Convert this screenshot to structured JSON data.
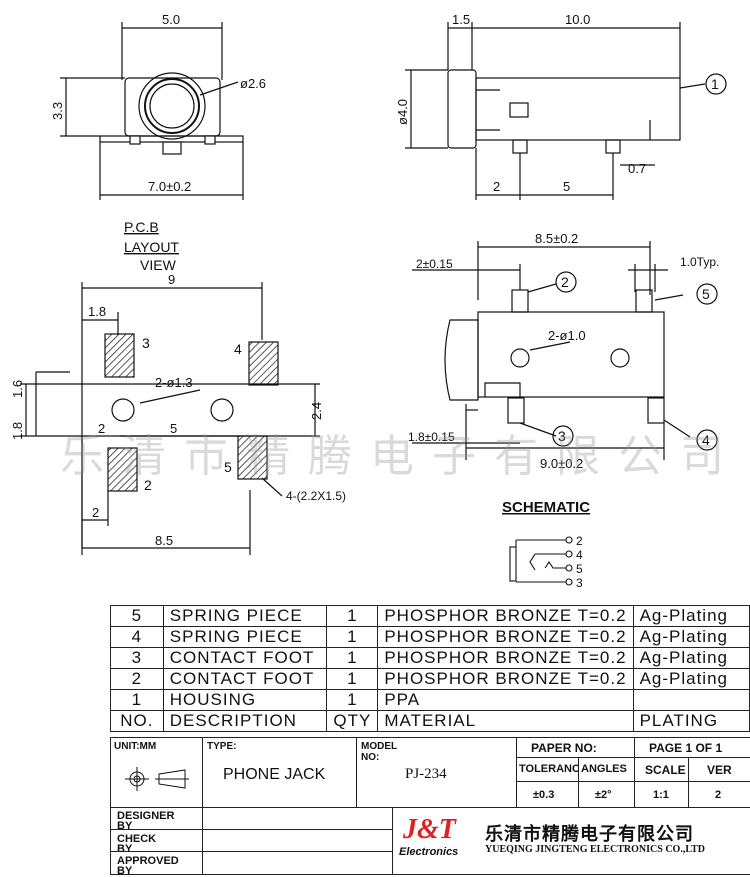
{
  "drawing": {
    "top_view": {
      "width_label": "5.0",
      "height_label": "3.3",
      "dia_label": "ø2.6",
      "base_label": "7.0±0.2"
    },
    "side_view": {
      "left_label": "1.5",
      "length_label": "10.0",
      "dia_label": "ø4.0",
      "pin_gap_label": "2",
      "pin_span_label": "5",
      "pin_offset_label": "0.7",
      "callout": "1"
    },
    "pcb": {
      "title_line1": "P.C.B",
      "title_line2": "LAYOUT",
      "title_line3": "VIEW",
      "top_dim": "9",
      "left_dim": "1.8",
      "v_dim_a": "1.6",
      "v_dim_b": "1.8",
      "hole_label": "2-ø1.3",
      "right_dim": "2.4",
      "gap_2": "2",
      "gap_5": "5",
      "bottom_gap": "2",
      "width_dim": "8.5",
      "pad_callout": "4-(2.2X1.5)",
      "pad_3": "3",
      "pad_4": "4",
      "pad_5": "5",
      "pad_2": "2"
    },
    "front_view": {
      "width_dim": "8.5±0.2",
      "left_dim": "2±0.15",
      "right_dim": "1.0Typ.",
      "hole_label": "2-ø1.0",
      "bottom_left_dim": "1.8±0.15",
      "bottom_dim": "9.0±0.2",
      "c2": "2",
      "c3": "3",
      "c4": "4",
      "c5": "5"
    },
    "schematic": {
      "title": "SCHEMATIC",
      "pins": [
        "2",
        "4",
        "5",
        "3"
      ]
    },
    "watermark": "乐清市精腾电子有限公司"
  },
  "bom": {
    "rows": [
      {
        "no": "5",
        "desc": "SPRING PIECE",
        "qty": "1",
        "material": "PHOSPHOR BRONZE T=0.2",
        "plating": "Ag-Plating"
      },
      {
        "no": "4",
        "desc": "SPRING PIECE",
        "qty": "1",
        "material": "PHOSPHOR BRONZE T=0.2",
        "plating": "Ag-Plating"
      },
      {
        "no": "3",
        "desc": "CONTACT FOOT",
        "qty": "1",
        "material": "PHOSPHOR BRONZE T=0.2",
        "plating": "Ag-Plating"
      },
      {
        "no": "2",
        "desc": "CONTACT FOOT",
        "qty": "1",
        "material": "PHOSPHOR BRONZE T=0.2",
        "plating": "Ag-Plating"
      },
      {
        "no": "1",
        "desc": "HOUSING",
        "qty": "1",
        "material": "PPA",
        "plating": ""
      }
    ],
    "header": {
      "no": "NO.",
      "desc": "DESCRIPTION",
      "qty": "QTY",
      "material": "MATERIAL",
      "plating": "PLATING"
    }
  },
  "title_block": {
    "unit_label": "UNIT:MM",
    "type_label": "TYPE:",
    "type_value": "PHONE JACK",
    "model_label": "MODEL NO:",
    "model_value": "PJ-234",
    "paper_label": "PAPER NO:",
    "page_label": "PAGE 1 OF 1",
    "tolerance_label": "TOLERANCE",
    "angles_label": "ANGLES",
    "scale_label": "SCALE",
    "ver_label": "VER",
    "tolerance_value": "±0.3",
    "angles_value": "±2°",
    "scale_value": "1:1",
    "ver_value": "2",
    "designer_label": "DESIGNER BY",
    "check_label": "CHECK BY",
    "approved_label": "APPROVED BY"
  },
  "company": {
    "logo": "J&T",
    "logo_sub": "Electronics",
    "name_cn": "乐清市精腾电子有限公司",
    "name_en": "YUEQING JINGTENG ELECTRONICS CO.,LTD",
    "logo_color": "#e02020"
  }
}
